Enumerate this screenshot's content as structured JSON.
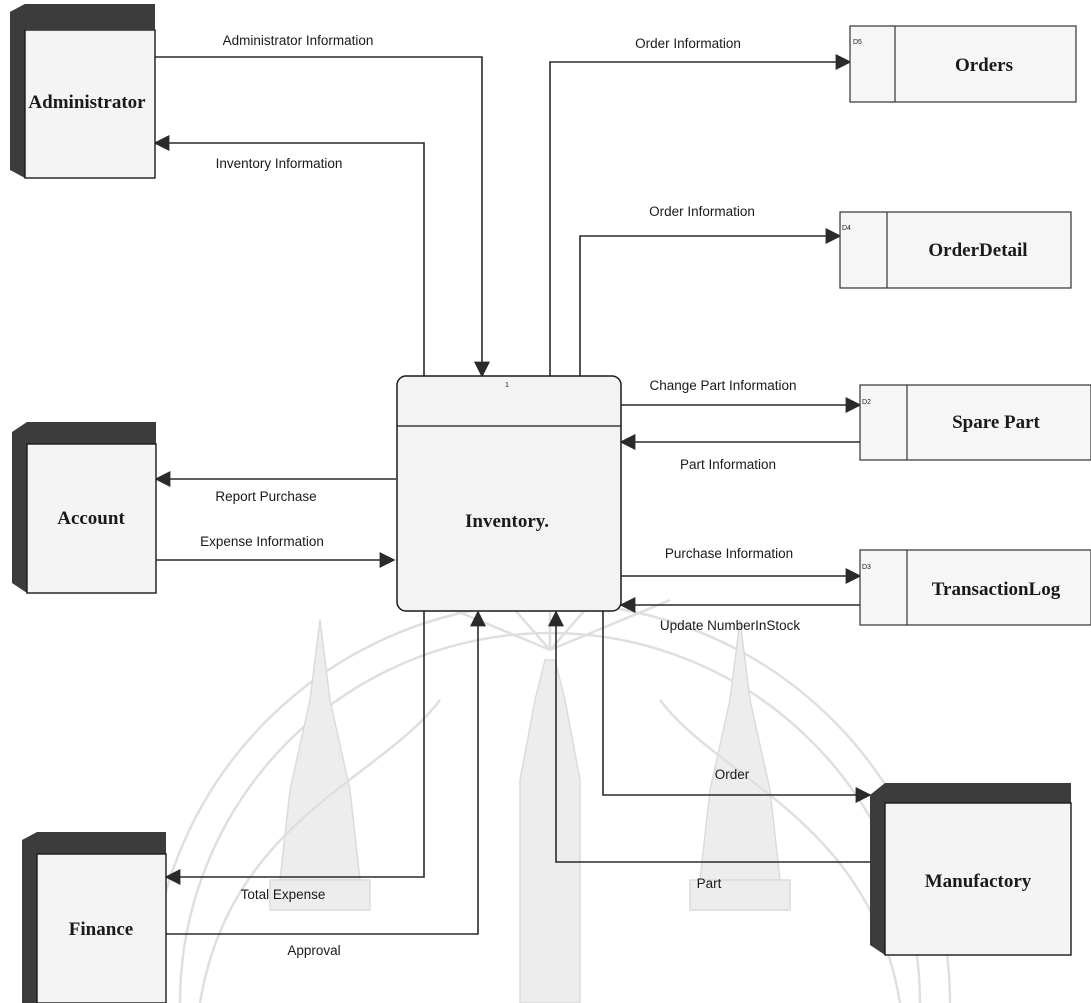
{
  "process": {
    "id": "1",
    "label": "Inventory."
  },
  "entities": {
    "administrator": "Administrator",
    "account": "Account",
    "finance": "Finance",
    "manufactory": "Manufactory"
  },
  "stores": {
    "orders": {
      "id": "D5",
      "label": "Orders"
    },
    "order_detail": {
      "id": "D4",
      "label": "OrderDetail"
    },
    "spare_part": {
      "id": "D2",
      "label": "Spare Part"
    },
    "transaction_log": {
      "id": "D3",
      "label": "TransactionLog"
    }
  },
  "flows": {
    "admin_info": "Administrator Information",
    "inventory_info": "Inventory Information",
    "order_info_1": "Order Information",
    "order_info_2": "Order Information",
    "change_part_info": "Change Part Information",
    "part_info": "Part Information",
    "purchase_info": "Purchase Information",
    "update_stock": "Update NumberInStock",
    "report_purchase": "Report Purchase",
    "expense_info": "Expense Information",
    "total_expense": "Total Expense",
    "approval": "Approval",
    "order": "Order",
    "part": "Part"
  }
}
